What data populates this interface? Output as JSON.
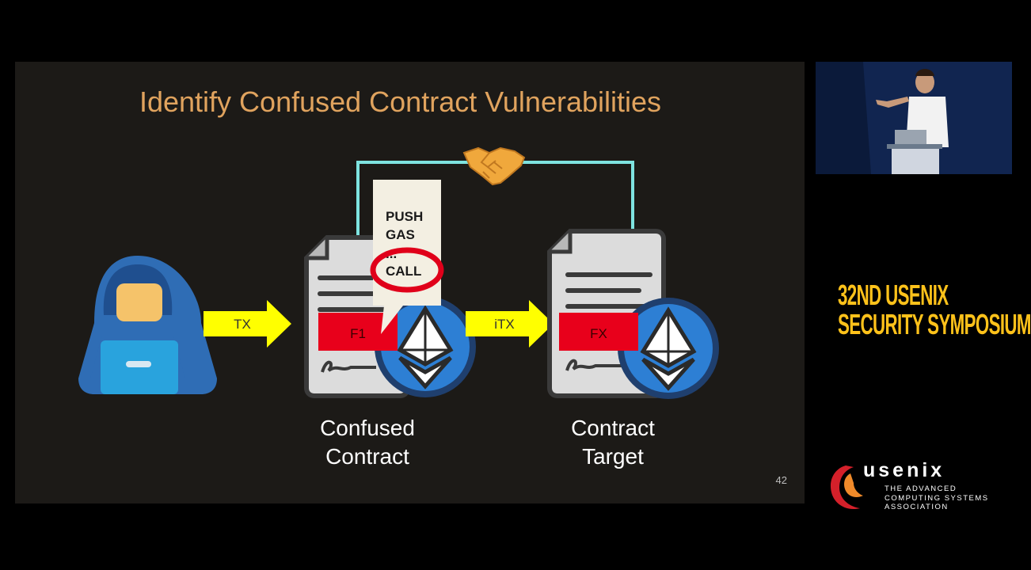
{
  "slide": {
    "title": "Identify Confused Contract Vulnerabilities",
    "arrow_tx": "TX",
    "arrow_itx": "iTX",
    "func_f1": "F1",
    "func_fx": "FX",
    "opcodes": [
      "PUSH",
      "GAS",
      "...",
      "CALL"
    ],
    "confused_contract_label": [
      "Confused",
      "Contract"
    ],
    "contract_target_label": [
      "Contract",
      "Target"
    ],
    "page_number": "42",
    "colors": {
      "title": "#e0a35e",
      "arrow": "#ffff00",
      "function_box": "#e8001b",
      "connector": "#7ee3e0",
      "highlight_ring": "#e0001a"
    },
    "icons": [
      "hacker-icon",
      "document-icon",
      "ethereum-icon",
      "handshake-icon",
      "speech-bubble"
    ]
  },
  "conference": {
    "symposium_lines": [
      "32ND USENIX",
      "SECURITY SYMPOSIUM"
    ],
    "usenix_wordmark": "usenix",
    "usenix_tagline": [
      "THE ADVANCED",
      "COMPUTING SYSTEMS",
      "ASSOCIATION"
    ],
    "podium_text": "32nd USENIX Security Symposium"
  }
}
